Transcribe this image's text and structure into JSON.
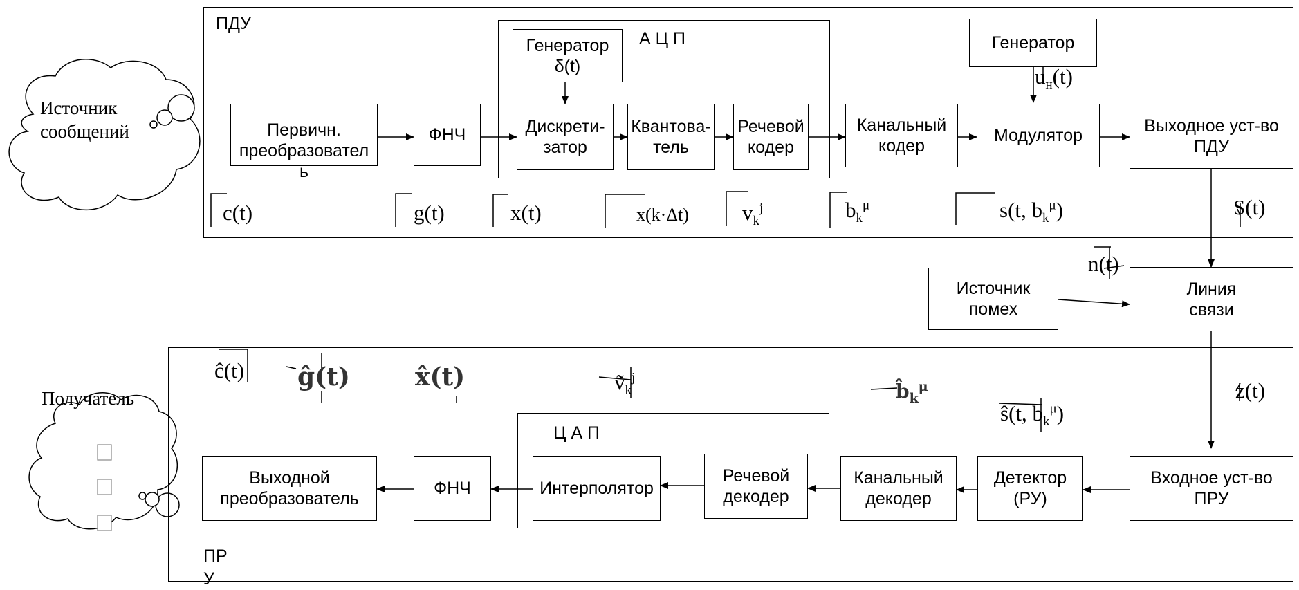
{
  "pdu": {
    "label": "ПДУ",
    "blocks": {
      "primary": "Первичн.\nпреобразовател\nь",
      "lpf": "ФНЧ",
      "adc_label": "А Ц П",
      "gen_delta": "Генератор\nδ(t)",
      "sampler": "Дискрети-\nзатор",
      "quantizer": "Квантова-\nтель",
      "speech_coder": "Речевой\nкодер",
      "channel_coder": "Канальный\nкодер",
      "generator": "Генератор",
      "modulator": "Модулятор",
      "output": "Выходное уст-во\nПДУ"
    },
    "signals": {
      "c": "c(t)",
      "g": "g(t)",
      "x": "x(t)",
      "xk": "x(k·Δt)",
      "v": "v",
      "v_sub": "k",
      "v_sup": "j",
      "b": "b",
      "b_sub": "k",
      "b_sup": "μ",
      "s": "s(t, b",
      "s_sub": "k",
      "s_sup": "μ",
      "s_end": ")",
      "S": "S(t)",
      "u": "u",
      "u_sub": "н",
      "u_end": "(t)"
    }
  },
  "source": "Источник\nсообщений",
  "channel": {
    "noise_source": "Источник\nпомех",
    "line": "Линия\nсвязи",
    "n": "n(t)"
  },
  "pru": {
    "label": "ПР\nУ",
    "blocks": {
      "output": "Выходной\nпреобразователь",
      "lpf": "ФНЧ",
      "dac_label": "Ц А П",
      "interpolator": "Интерполятор",
      "speech_decoder": "Речевой\nдекодер",
      "channel_decoder": "Канальный\nдекодер",
      "detector": "Детектор\n(РУ)",
      "input": "Входное уст-во\nПРУ"
    },
    "signals": {
      "c": "ĉ(t)",
      "g": "ĝ(t)",
      "x": "x̂(t)",
      "v": "ṽ",
      "v_sub": "k",
      "v_sup": "j",
      "b": "b̂",
      "b_sub": "k",
      "b_sup": "μ",
      "s": "ŝ(t, b",
      "s_sub": "k",
      "s_sup": "μ",
      "s_end": ")",
      "z": "z(t)"
    }
  },
  "receiver": "Получатель"
}
